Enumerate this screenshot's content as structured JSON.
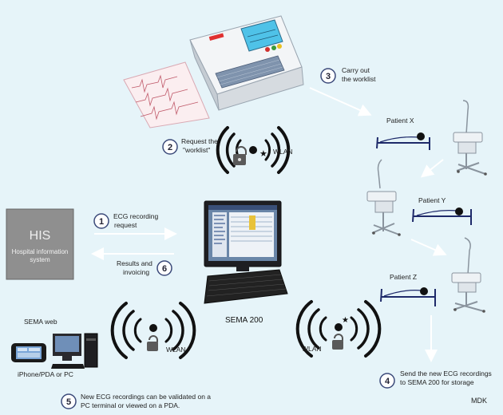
{
  "colors": {
    "background": "#e6f4f9",
    "arrow": "#ffffff",
    "circle_stroke": "#3b4a7a",
    "his_box": "#8f8f8f",
    "monitor_screen": "#6a86a8"
  },
  "steps": [
    {
      "num": "1",
      "lines": [
        "ECG recording",
        "request"
      ]
    },
    {
      "num": "2",
      "lines": [
        "Request the",
        "\"worklist\""
      ]
    },
    {
      "num": "3",
      "lines": [
        "Carry out",
        "the worklist"
      ]
    },
    {
      "num": "4",
      "lines": [
        "Send the new ECG recordings",
        "to SEMA 200 for storage"
      ]
    },
    {
      "num": "5",
      "lines": [
        "New ECG recordings can be validated on a",
        "PC terminal or viewed on a PDA."
      ]
    },
    {
      "num": "6",
      "lines": [
        "Results and",
        "invoicing"
      ]
    }
  ],
  "his": {
    "title": "HIS",
    "subtitle_line1": "Hospital information",
    "subtitle_line2": "system"
  },
  "server": {
    "label": "SEMA 200"
  },
  "wlan": {
    "top": "WLAN",
    "left": "WLAN",
    "right": "WLAN"
  },
  "patients": {
    "x": "Patient X",
    "y": "Patient Y",
    "z": "Patient Z"
  },
  "sema_web": {
    "title": "SEMA web",
    "devices": "iPhone/PDA or PC"
  },
  "credit": "MDK",
  "icons": [
    "wireless-signal-icon",
    "padlock-icon",
    "star-icon",
    "bed-icon",
    "ecg-cart-icon",
    "ecg-machine-icon",
    "monitor-icon",
    "keyboard-icon",
    "phone-icon",
    "pc-tower-icon"
  ]
}
